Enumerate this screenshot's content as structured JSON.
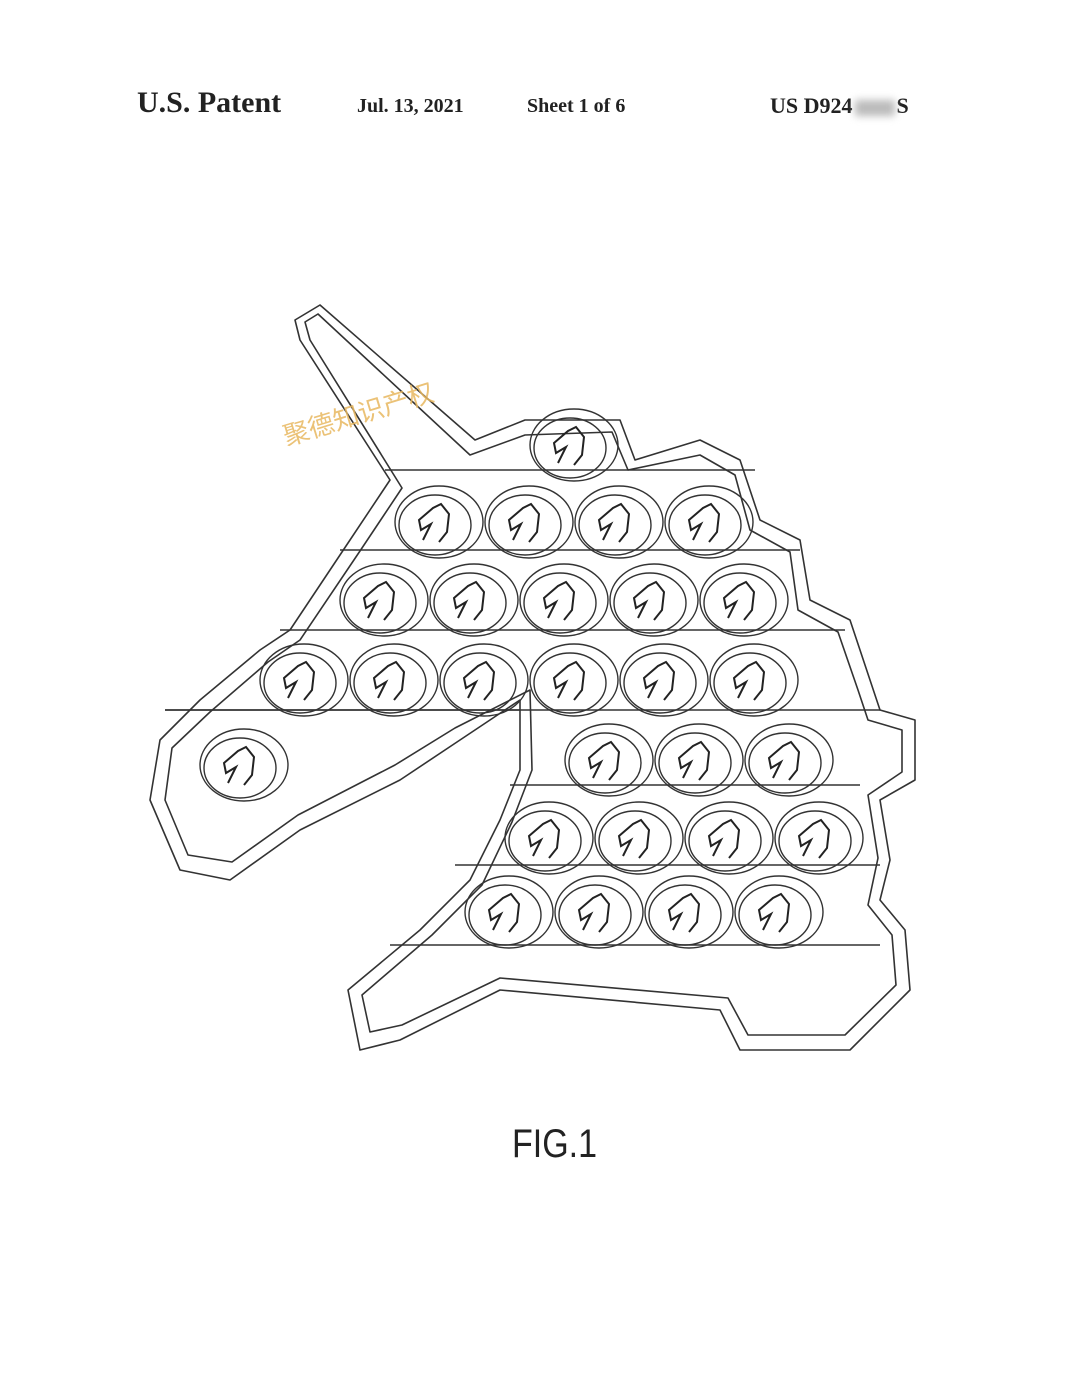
{
  "header": {
    "title": "U.S. Patent",
    "date": "Jul. 13, 2021",
    "sheet": "Sheet 1 of 6",
    "patent_prefix": "US D924",
    "patent_suffix": "S"
  },
  "figure": {
    "label": "FIG.1"
  },
  "watermark": "聚德知识产权"
}
